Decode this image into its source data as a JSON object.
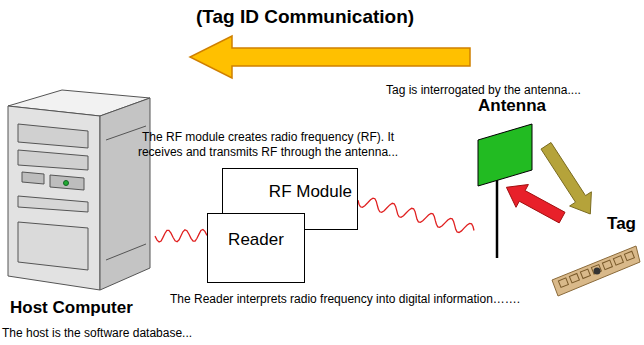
{
  "diagram": {
    "title": "(Tag ID Communication)",
    "nodes": [
      {
        "text": [
          "Host Computer"
        ]
      },
      {
        "text": [
          "RF Module"
        ]
      },
      {
        "text": [
          "Reader"
        ]
      },
      {
        "text": [
          "Antenna"
        ]
      },
      {
        "text": [
          "Tag"
        ]
      }
    ],
    "edges": [
      {
        "from": 0,
        "to": 2,
        "arrow": "none"
      },
      {
        "from": 1,
        "to": 3,
        "arrow": "none"
      },
      {
        "from": 4,
        "to": 3,
        "arrow": "to"
      },
      {
        "from": 3,
        "to": 4,
        "arrow": "to"
      }
    ],
    "labels": [
      "Tag is interrogated by the antenna....",
      "The RF module creates radio frequency (RF). It receives and transmits RF through the antenna...",
      "The Reader interprets radio frequency into digital information…….",
      "The host is the software database..."
    ]
  }
}
